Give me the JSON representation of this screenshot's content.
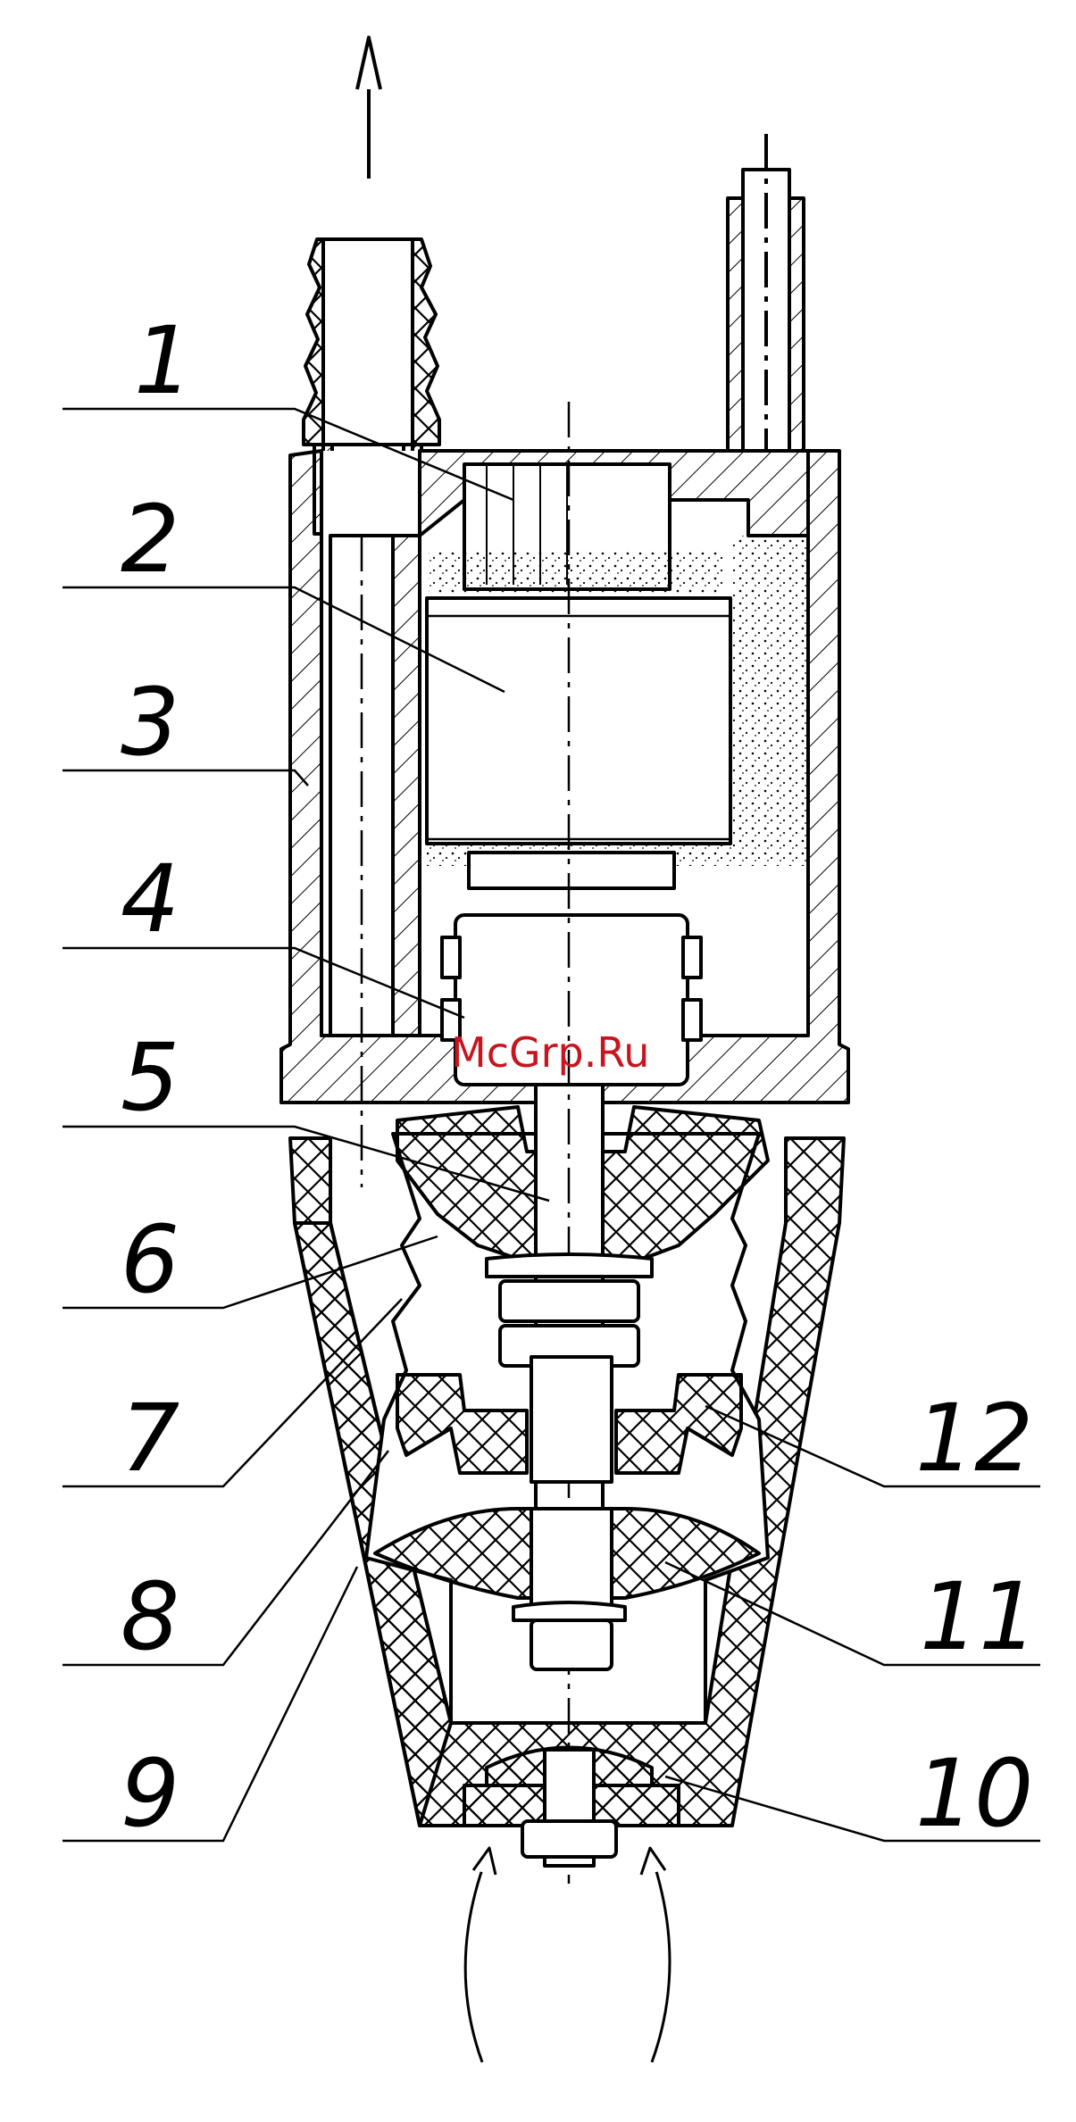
{
  "watermark": "McGrp.Ru",
  "callouts": [
    "1",
    "2",
    "3",
    "4",
    "5",
    "6",
    "7",
    "8",
    "9",
    "10",
    "11",
    "12"
  ],
  "colors": {
    "line": "#000000",
    "watermark": "#c8141e",
    "background": "#ffffff"
  }
}
